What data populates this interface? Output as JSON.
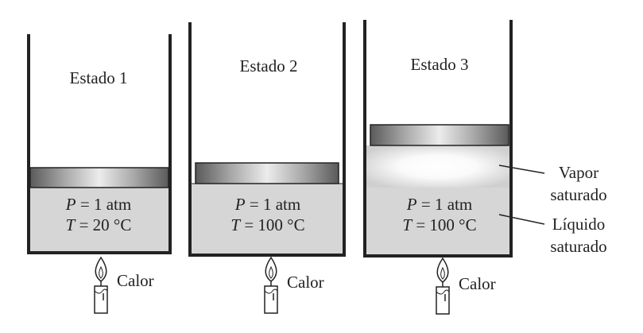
{
  "states": [
    {
      "title": "Estado 1",
      "p_var": "P",
      "p_val": " = 1 atm",
      "t_var": "T",
      "t_val": " = 20 °C",
      "heat": "Calor"
    },
    {
      "title": "Estado 2",
      "p_var": "P",
      "p_val": " = 1 atm",
      "t_var": "T",
      "t_val": " = 100 °C",
      "heat": "Calor"
    },
    {
      "title": "Estado 3",
      "p_var": "P",
      "p_val": " = 1 atm",
      "t_var": "T",
      "t_val": " = 100 °C",
      "heat": "Calor"
    }
  ],
  "callouts": {
    "vapor_line1": "Vapor",
    "vapor_line2": "saturado",
    "liquid_line1": "Líquido",
    "liquid_line2": "saturado"
  },
  "colors": {
    "wall": "#222222",
    "liquid": "#d6d6d6",
    "piston_dark": "#6e6e6e",
    "piston_light": "#e6e6e6"
  }
}
